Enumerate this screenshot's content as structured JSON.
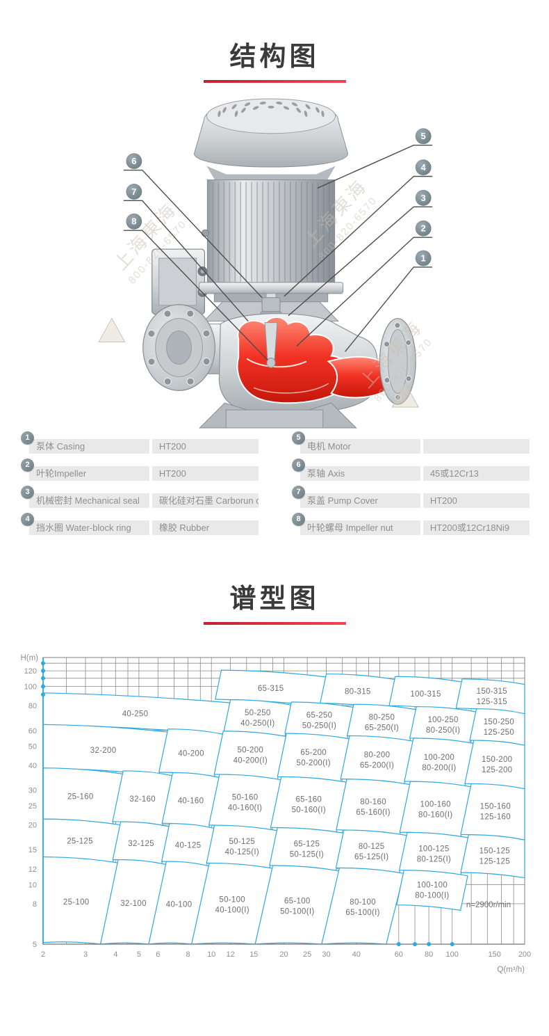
{
  "structure": {
    "title": "结构图"
  },
  "spectrum": {
    "title": "谱型图"
  },
  "watermark": {
    "brand": "上海東海",
    "phone": "800-820-6570"
  },
  "callouts": {
    "left": [
      "6",
      "7",
      "8"
    ],
    "right": [
      "5",
      "4",
      "3",
      "2",
      "1"
    ]
  },
  "parts_table": {
    "left": [
      {
        "no": "1",
        "name": "泵体 Casing",
        "material": "HT200"
      },
      {
        "no": "2",
        "name": "叶轮Impeller",
        "material": "HT200"
      },
      {
        "no": "3",
        "name": "机械密封 Mechanical seal",
        "material": "碳化硅对石墨 Carborun dum"
      },
      {
        "no": "4",
        "name": "挡水圈 Water-block ring",
        "material": "橡胶 Rubber"
      }
    ],
    "right": [
      {
        "no": "5",
        "name": "电机 Motor",
        "material": ""
      },
      {
        "no": "6",
        "name": "泵轴 Axis",
        "material": "45或12Cr13"
      },
      {
        "no": "7",
        "name": "泵盖 Pump Cover",
        "material": "HT200"
      },
      {
        "no": "8",
        "name": "叶轮螺母 Impeller nut",
        "material": "HT200或12Cr18Ni9"
      }
    ]
  },
  "chart_data": {
    "type": "area",
    "title": "谱型图",
    "xlabel": "Q(m³/h)",
    "ylabel": "H(m)",
    "x_scale": "log",
    "y_scale": "log",
    "xlim": [
      2,
      200
    ],
    "ylim": [
      5,
      140
    ],
    "x_ticks": [
      2,
      3,
      4,
      5,
      6,
      8,
      10,
      12,
      15,
      20,
      25,
      30,
      40,
      60,
      80,
      100,
      150,
      200
    ],
    "y_ticks": [
      5,
      8,
      10,
      12,
      15,
      20,
      25,
      30,
      40,
      50,
      60,
      80,
      100,
      120
    ],
    "grid": true,
    "grid_q": [
      2.5,
      3,
      3.5,
      4,
      4.5,
      5,
      6,
      7,
      8,
      9,
      10,
      12,
      14,
      16,
      18,
      20,
      25,
      30,
      35,
      40,
      45,
      50,
      60,
      70,
      80,
      90,
      100,
      120,
      140,
      160,
      180
    ],
    "grid_h": [
      8,
      10,
      12,
      15,
      20,
      25,
      30,
      40,
      50,
      60,
      80,
      100,
      110,
      120,
      131
    ],
    "annotation": "n=2900r/min",
    "speed": "n=2900r/min",
    "axis_dots_x": [
      60,
      70,
      80,
      100
    ],
    "axis_dots_y": [
      91,
      100,
      110,
      120,
      131
    ],
    "legend_position": "none",
    "regions": [
      {
        "labels": [
          "65-315"
        ],
        "q": [
          11,
          30
        ],
        "h": [
          91,
          128
        ]
      },
      {
        "labels": [
          "80-315"
        ],
        "q": [
          30,
          58
        ],
        "h": [
          91,
          128
        ]
      },
      {
        "labels": [
          "100-315"
        ],
        "q": [
          58,
          110
        ],
        "h": [
          91,
          128
        ]
      },
      {
        "labels": [
          "150-315",
          "125-315"
        ],
        "q": [
          110,
          200
        ],
        "h": [
          91,
          128
        ]
      },
      {
        "labels": [
          "40-250"
        ],
        "q": [
          2,
          12
        ],
        "h": [
          63,
          91
        ]
      },
      {
        "labels": [
          "50-250",
          "40-250(I)"
        ],
        "q": [
          12,
          21.5
        ],
        "h": [
          63,
          91
        ]
      },
      {
        "labels": [
          "65-250",
          "50-250(I)"
        ],
        "q": [
          21.5,
          39
        ],
        "h": [
          63,
          91
        ]
      },
      {
        "labels": [
          "80-250",
          "65-250(I)"
        ],
        "q": [
          39,
          71
        ],
        "h": [
          63,
          91
        ]
      },
      {
        "labels": [
          "100-250",
          "80-250(I)"
        ],
        "q": [
          71,
          126
        ],
        "h": [
          63,
          91
        ]
      },
      {
        "labels": [
          "150-250",
          "125-250"
        ],
        "q": [
          126,
          200
        ],
        "h": [
          63,
          91
        ]
      },
      {
        "labels": [
          "32-200"
        ],
        "q": [
          2,
          6.6
        ],
        "h": [
          38,
          63
        ]
      },
      {
        "labels": [
          "40-200"
        ],
        "q": [
          6.6,
          11.2
        ],
        "h": [
          38,
          63
        ]
      },
      {
        "labels": [
          "50-200",
          "40-200(I)"
        ],
        "q": [
          11.2,
          20.5
        ],
        "h": [
          38,
          63
        ]
      },
      {
        "labels": [
          "65-200",
          "50-200(I)"
        ],
        "q": [
          20.5,
          37.5
        ],
        "h": [
          38,
          63
        ]
      },
      {
        "labels": [
          "80-200",
          "65-200(I)"
        ],
        "q": [
          37.5,
          69
        ],
        "h": [
          38,
          63
        ]
      },
      {
        "labels": [
          "100-200",
          "80-200(I)"
        ],
        "q": [
          69,
          123
        ],
        "h": [
          38,
          63
        ]
      },
      {
        "labels": [
          "150-200",
          "125-200"
        ],
        "q": [
          123,
          200
        ],
        "h": [
          38,
          63
        ]
      },
      {
        "labels": [
          "25-160"
        ],
        "q": [
          2,
          4.3
        ],
        "h": [
          21,
          38
        ]
      },
      {
        "labels": [
          "32-160"
        ],
        "q": [
          4.3,
          6.9
        ],
        "h": [
          21,
          38
        ]
      },
      {
        "labels": [
          "40-160"
        ],
        "q": [
          6.9,
          10.8
        ],
        "h": [
          21,
          38
        ]
      },
      {
        "labels": [
          "50-160",
          "40-160(I)"
        ],
        "q": [
          10.8,
          19.5
        ],
        "h": [
          21,
          38
        ]
      },
      {
        "labels": [
          "65-160",
          "50-160(I)"
        ],
        "q": [
          19.5,
          36.5
        ],
        "h": [
          21,
          38
        ]
      },
      {
        "labels": [
          "80-160",
          "65-160(I)"
        ],
        "q": [
          36.5,
          67
        ],
        "h": [
          21,
          38
        ]
      },
      {
        "labels": [
          "100-160",
          "80-160(I)"
        ],
        "q": [
          67,
          120
        ],
        "h": [
          21,
          38
        ]
      },
      {
        "labels": [
          "150-160",
          "125-160"
        ],
        "q": [
          120,
          200
        ],
        "h": [
          21,
          38
        ]
      },
      {
        "labels": [
          "25-125"
        ],
        "q": [
          2,
          4.2
        ],
        "h": [
          13.5,
          21
        ]
      },
      {
        "labels": [
          "32-125"
        ],
        "q": [
          4.2,
          6.7
        ],
        "h": [
          13.5,
          21
        ]
      },
      {
        "labels": [
          "40-125"
        ],
        "q": [
          6.7,
          10.3
        ],
        "h": [
          13.5,
          21
        ]
      },
      {
        "labels": [
          "50-125",
          "40-125(I)"
        ],
        "q": [
          10.3,
          18.8
        ],
        "h": [
          13.5,
          21
        ]
      },
      {
        "labels": [
          "65-125",
          "50-125(I)"
        ],
        "q": [
          18.8,
          35.5
        ],
        "h": [
          13.5,
          21
        ]
      },
      {
        "labels": [
          "80-125",
          "65-125(I)"
        ],
        "q": [
          35.5,
          65
        ],
        "h": [
          13.5,
          21
        ]
      },
      {
        "labels": [
          "100-125",
          "80-125(I)"
        ],
        "q": [
          65,
          117
        ],
        "h": [
          13.5,
          21
        ]
      },
      {
        "labels": [
          "150-125",
          "125-125"
        ],
        "q": [
          117,
          200
        ],
        "h": [
          13.5,
          21
        ]
      },
      {
        "labels": [
          "25-100"
        ],
        "q": [
          2,
          4.1
        ],
        "h": [
          5,
          13.5
        ]
      },
      {
        "labels": [
          "32-100"
        ],
        "q": [
          4.1,
          6.5
        ],
        "h": [
          5,
          13.5
        ]
      },
      {
        "labels": [
          "40-100"
        ],
        "q": [
          6.5,
          9.8
        ],
        "h": [
          5,
          13.5
        ]
      },
      {
        "labels": [
          "50-100",
          "40-100(I)"
        ],
        "q": [
          9.8,
          18
        ],
        "h": [
          5,
          13.5
        ]
      },
      {
        "labels": [
          "65-100",
          "50-100(I)"
        ],
        "q": [
          18,
          34
        ],
        "h": [
          5,
          13.5
        ]
      },
      {
        "labels": [
          "80-100",
          "65-100(I)"
        ],
        "q": [
          34,
          63
        ],
        "h": [
          5,
          13.5
        ]
      },
      {
        "labels": [
          "100-100",
          "80-100(I)"
        ],
        "q": [
          63,
          116
        ],
        "h": [
          9,
          13.5
        ]
      }
    ],
    "colors": {
      "region_stroke": "#2fa8e0",
      "grid": "#8a8a8a",
      "axis_blue": "#29abe2",
      "label": "#6e6e6e"
    }
  },
  "colors": {
    "accent_red": "#d4212b",
    "table_bg": "#e9e9e9",
    "badge": "#7e8c92",
    "title": "#3a3a3a",
    "pump_red": "#e8281a"
  }
}
